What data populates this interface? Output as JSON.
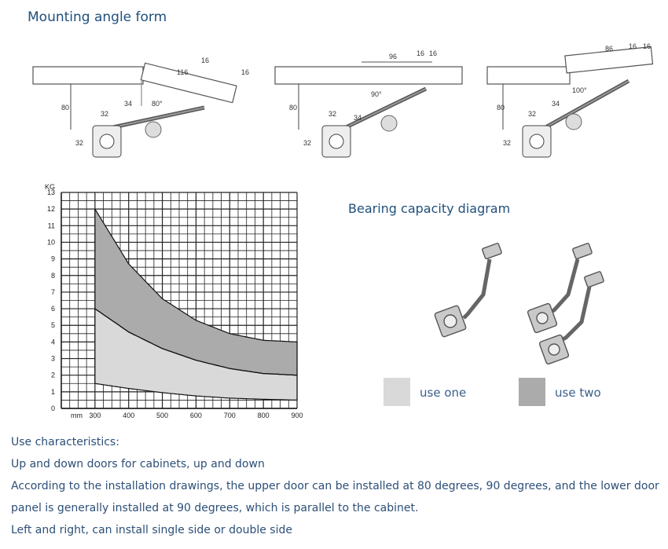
{
  "mounting": {
    "title": "Mounting angle form",
    "diagrams": [
      {
        "angle": "80°",
        "dims": [
          "116",
          "16",
          "16",
          "80",
          "32",
          "34",
          "32"
        ]
      },
      {
        "angle": "90°",
        "dims": [
          "96",
          "16",
          "16",
          "80",
          "32",
          "34",
          "32"
        ]
      },
      {
        "angle": "100°",
        "dims": [
          "86",
          "16",
          "16",
          "80",
          "32",
          "34",
          "32"
        ]
      }
    ]
  },
  "bearing": {
    "title": "Bearing capacity diagram",
    "legend": [
      {
        "label": "use one",
        "color": "#d9d9d9"
      },
      {
        "label": "use two",
        "color": "#ababab"
      }
    ]
  },
  "chart_data": {
    "type": "area",
    "title": "",
    "xlabel": "mm",
    "ylabel": "KG",
    "x": [
      300,
      400,
      500,
      600,
      700,
      800,
      900
    ],
    "xlim": [
      200,
      900
    ],
    "ylim": [
      0,
      13
    ],
    "xticks": [
      "300",
      "400",
      "500",
      "600",
      "700",
      "800",
      "900"
    ],
    "yticks": [
      "0",
      "1",
      "2",
      "3",
      "4",
      "5",
      "6",
      "7",
      "8",
      "9",
      "10",
      "11",
      "12",
      "13"
    ],
    "grid": true,
    "series": [
      {
        "name": "use two",
        "color": "#ababab",
        "upper": [
          12,
          8.7,
          6.6,
          5.3,
          4.5,
          4.1,
          4.0
        ],
        "lower": [
          6,
          4.6,
          3.6,
          2.9,
          2.4,
          2.1,
          2.0
        ]
      },
      {
        "name": "use one",
        "color": "#d9d9d9",
        "upper": [
          6,
          4.6,
          3.6,
          2.9,
          2.4,
          2.1,
          2.0
        ],
        "lower": [
          1.5,
          1.2,
          0.95,
          0.75,
          0.62,
          0.55,
          0.5
        ]
      }
    ]
  },
  "characteristics": {
    "heading": "Use characteristics:",
    "lines": [
      "Up and down doors for cabinets, up and down",
      "According to the installation drawings, the upper door can be installed at 80 degrees, 90 degrees, and the lower door",
      "panel is generally installed at 90 degrees, which is parallel to the cabinet.",
      "Left and right, can install single side or double side"
    ]
  }
}
